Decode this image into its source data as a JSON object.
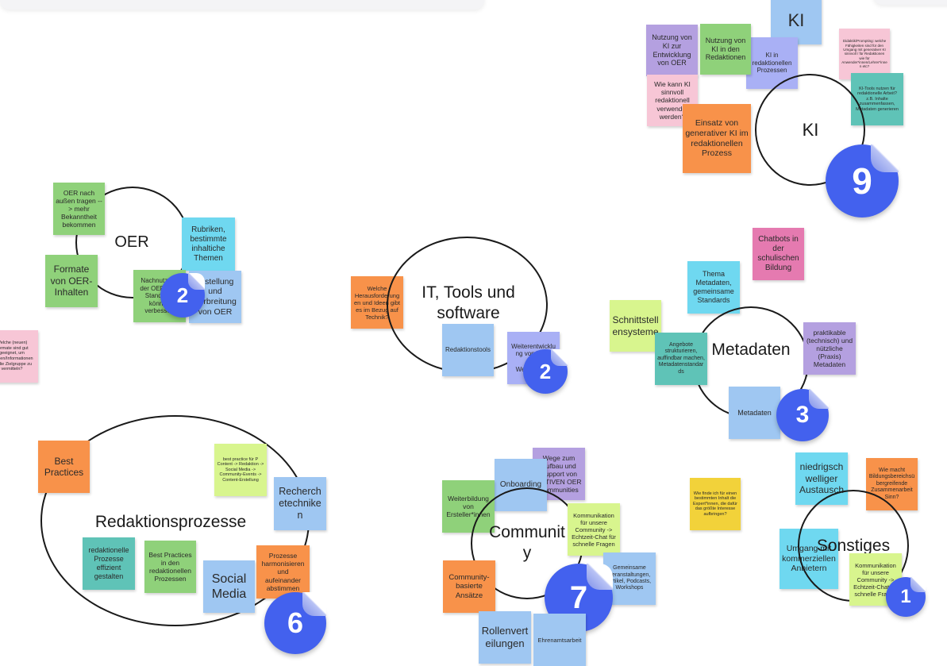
{
  "colors": {
    "green": "#8fd17a",
    "blue": "#9fc7f2",
    "cyan": "#6fd8f0",
    "orange": "#f8924a",
    "purple": "#b4a0e0",
    "pink": "#f7c6d6",
    "teal": "#5fc3b7",
    "yellow": "#f2d23a",
    "lime": "#d8f58e",
    "magenta": "#e57ab0",
    "periwinkle": "#a9b0f5",
    "vote": "#4361ee"
  },
  "clusters": {
    "ki": {
      "title": "KI",
      "votes": "9"
    },
    "oer": {
      "title": "OER",
      "votes": "2"
    },
    "it": {
      "title": "IT, Tools und software",
      "votes": "2"
    },
    "metadaten": {
      "title": "Metadaten",
      "votes": "3"
    },
    "redaktion": {
      "title": "Redaktionsprozesse",
      "votes": "6"
    },
    "community": {
      "title": "Community",
      "votes": "7"
    },
    "sonstiges": {
      "title": "Sonstiges",
      "votes": "1"
    }
  },
  "notes": {
    "ki_header": "KI",
    "ki_nutzung_oer": "Nutzung von KI zur Entwicklung von OER",
    "ki_nutzung_redaktion": "Nutzung von KI in den Redaktionen",
    "ki_prozesse": "KI in redaktionellen Prozessen",
    "ki_didaktik": "Didaktik/Prompting: welche Fähigkeiten sind für den Umgang mit generativer KI sinnvoll / für Redaktionen wie für Anwender*innen/Lehrer*innen etc?",
    "ki_sinnvoll": "Wie kann KI sinnvoll redaktionell verwendet werden?",
    "ki_tools": "KI-Tools nutzen für redaktionelle Arbeit? z.B. Inhalte zusammenfassen, Metadaten generieren",
    "ki_einsatz": "Einsatz von generativer KI im redaktionellen Prozess",
    "oer_aussen": "OER nach außen tragen --> mehr Bekanntheit bekommen",
    "oer_rubriken": "Rubriken, bestimmte inhaltiche Themen",
    "oer_formate": "Formate von OER-Inhalten",
    "oer_nachnutzung": "Nachnutzung der OER / der Standards können verbessert",
    "oer_erstellung": "Erstellung und Verbreitung von OER",
    "edge_pink": "Welche (neuen) Formate sind gut geeignet, um Wissen/Informationen für die Zielgruppe zu vermitteln?",
    "it_herausforderungen": "Welche Herausforderungen und Ideen gibt es im Bezug auf Technik?",
    "it_redaktionstools": "Redaktionstools",
    "it_weiterentwicklung": "Weiterentwicklung von Tools und Werkzeugen",
    "md_chatbots": "Chatbots in der schulischen Bildung",
    "md_thema": "Thema Metadaten, gemeinsame Standards",
    "md_schnittstellen": "Schnittstellensysteme",
    "md_angebote": "Angebote strukturieren, auffindbar machen, Metadatenstandards",
    "md_praktikable": "praktikable (technisch) und nützliche (Praxis) Metadaten",
    "md_metadaten": "Metadaten",
    "rp_best": "Best Practices",
    "rp_best_practice": "best practice für P Content -> Redaktion -> Social Media -> Community-Events -> Content-Erstellung",
    "rp_recherche": "Recherchetechniken",
    "rp_effizient": "redaktionelle Prozesse effizient gestalten",
    "rp_best_redaktion": "Best Practices in den redaktionellen Prozessen",
    "rp_social": "Social Media",
    "rp_harmonisieren": "Prozesse harmonisieren und aufeinander abstimmen",
    "cm_wege": "Wege zum Aufbau und Support von AKTIVEN OER Communities",
    "cm_onboarding": "Onboarding",
    "cm_weiterbildung": "Weiterbildung von Ersteller*innen",
    "cm_kommunikation": "Kommunikation für unsere Community -> Echtzeit-Chat für schnelle Fragen",
    "cm_veranstaltungen": "Gemeinsame Veranstaltungen, Artikel, Podcasts, Workshops",
    "cm_basiert": "Community-basierte Ansätze",
    "cm_rollen": "Rollenverteilungen",
    "cm_ehrenamt": "Ehrenamtsarbeit",
    "so_inhalt": "Wie finde ich für einen bestimmten Inhalt die Expert*innen, die dafür das größte Interesse aufbringen?",
    "so_niedrig": "niedrigschwelliger Austausch",
    "so_bildung": "Wie macht Bildungsbereichsübergreifende Zusammenarbeit Sinn?",
    "so_umgang": "Umgang mit kommerziellen Anbietern",
    "so_kommunikation": "Kommunikation für unsere Community -> Echtzeit-Chat für schnelle Fragen"
  }
}
